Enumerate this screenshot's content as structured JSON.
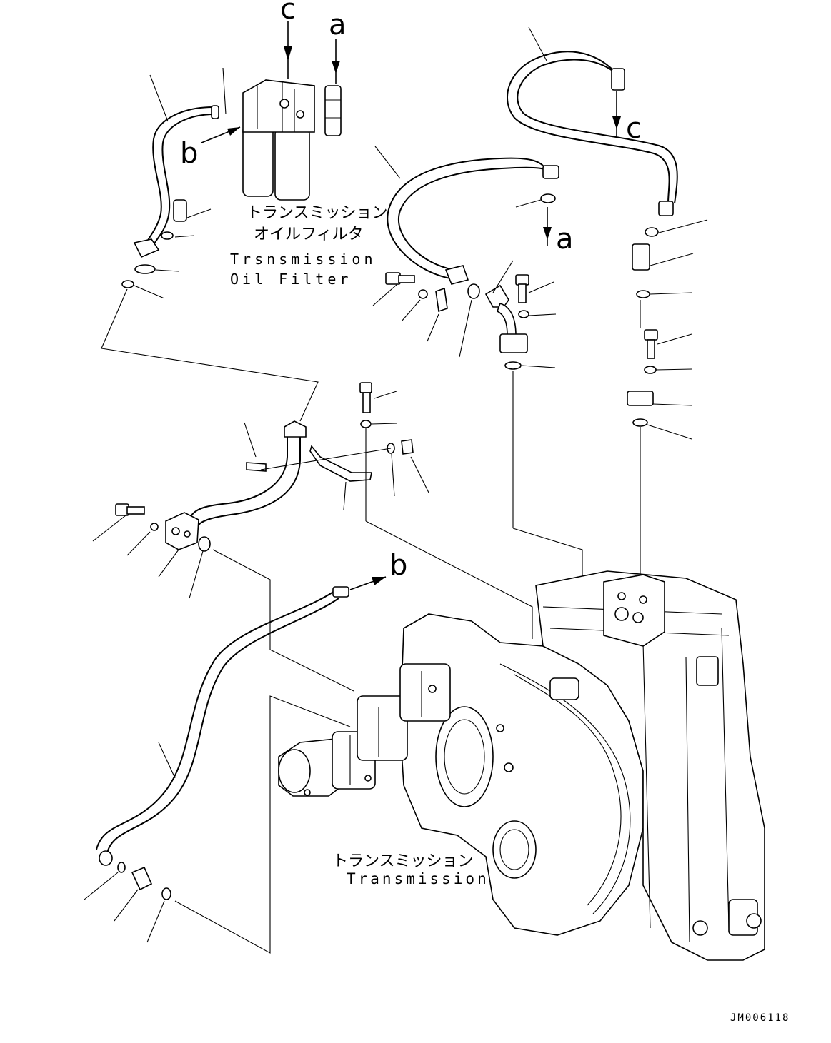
{
  "labels": {
    "letter_a": "a",
    "letter_b": "b",
    "letter_c": "c",
    "filter_jp": "トランスミッション",
    "filter_jp2": "オイルフィルタ",
    "filter_en": "Trsnsmission",
    "filter_en2": "Oil Filter",
    "trans_jp": "トランスミッション",
    "trans_en": "Transmission",
    "drawing_id": "JM006118"
  }
}
